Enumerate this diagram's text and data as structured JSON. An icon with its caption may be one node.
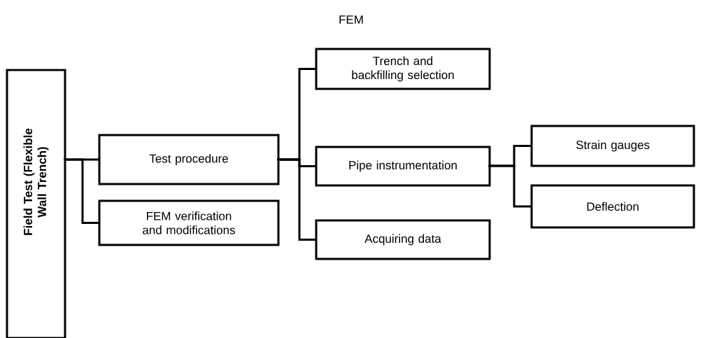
{
  "diagram": {
    "title": "FEM",
    "nodes": [
      {
        "text": [
          "Field Test (Flexible Wall Trench)"
        ]
      },
      {
        "text": [
          "Test procedure"
        ]
      },
      {
        "text": [
          "FEM verification and modifications"
        ]
      },
      {
        "text": [
          "Trench and backfilling selection"
        ]
      },
      {
        "text": [
          "Pipe instrumentation"
        ]
      },
      {
        "text": [
          "Acquiring data"
        ]
      },
      {
        "text": [
          "Strain  gauges"
        ]
      },
      {
        "text": [
          "Deflection"
        ]
      }
    ],
    "edges": [
      {
        "from": 0,
        "to": 1,
        "arrow": "none"
      },
      {
        "from": 0,
        "to": 2,
        "arrow": "none"
      },
      {
        "from": 1,
        "to": 3,
        "arrow": "none"
      },
      {
        "from": 1,
        "to": 4,
        "arrow": "none"
      },
      {
        "from": 1,
        "to": 5,
        "arrow": "none"
      },
      {
        "from": 4,
        "to": 6,
        "arrow": "none"
      },
      {
        "from": 4,
        "to": 7,
        "arrow": "none"
      }
    ]
  }
}
